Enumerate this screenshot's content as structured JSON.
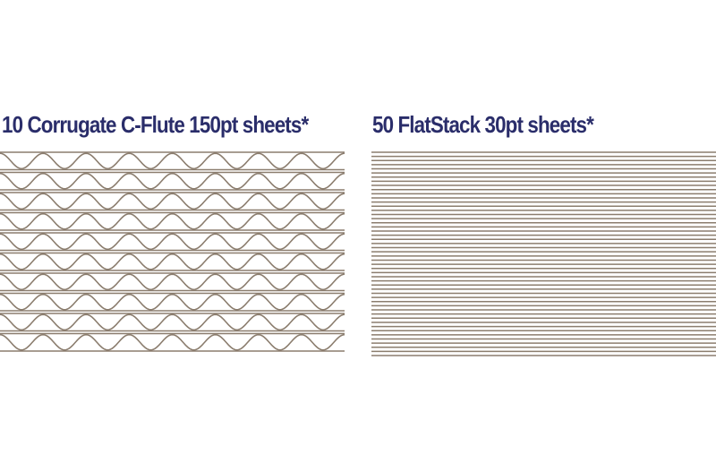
{
  "colors": {
    "title": "#2a2d6a",
    "board": "#8b7d6e",
    "background": "#ffffff"
  },
  "panels": [
    {
      "title": "10 Corrugate C-Flute 150pt sheets*",
      "sheet_type": "corrugate",
      "sheet_count": 10,
      "flutes_per_sheet": 8
    },
    {
      "title": "50 FlatStack 30pt sheets*",
      "sheet_type": "flat",
      "sheet_count": 50
    }
  ]
}
